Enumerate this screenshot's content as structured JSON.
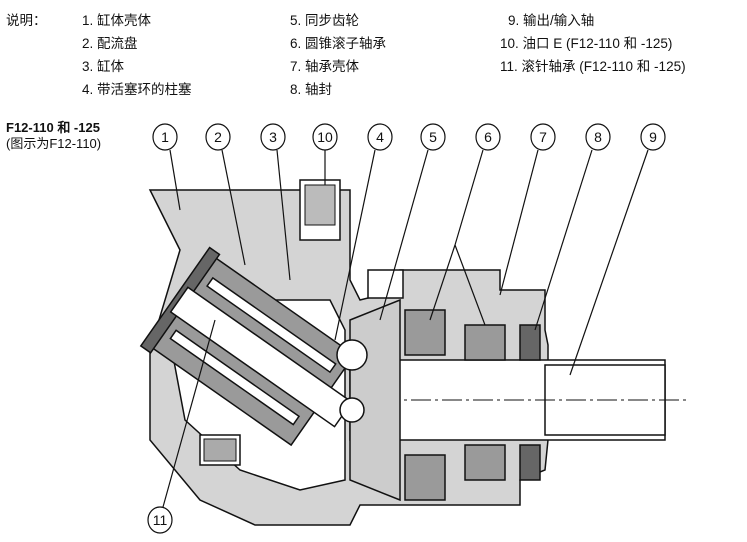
{
  "legend": {
    "title": "说明：",
    "items": [
      {
        "num": "1.",
        "label": "缸体壳体"
      },
      {
        "num": "2.",
        "label": "配流盘"
      },
      {
        "num": "3.",
        "label": "缸体"
      },
      {
        "num": "4.",
        "label": "带活塞环的柱塞"
      },
      {
        "num": "5.",
        "label": "同步齿轮"
      },
      {
        "num": "6.",
        "label": "圆锥滚子轴承"
      },
      {
        "num": "7.",
        "label": "轴承壳体"
      },
      {
        "num": "8.",
        "label": "轴封"
      },
      {
        "num": "9.",
        "label": "输出/输入轴"
      },
      {
        "num": "10.",
        "label": "油口 E (F12-110 和 -125)"
      },
      {
        "num": "11.",
        "label": "滚针轴承 (F12-110 和 -125)"
      }
    ]
  },
  "model": {
    "name": "F12-110 和 -125",
    "note": "(图示为F12-110)"
  },
  "callouts": [
    "1",
    "2",
    "3",
    "10",
    "4",
    "5",
    "6",
    "7",
    "8",
    "9",
    "11"
  ]
}
